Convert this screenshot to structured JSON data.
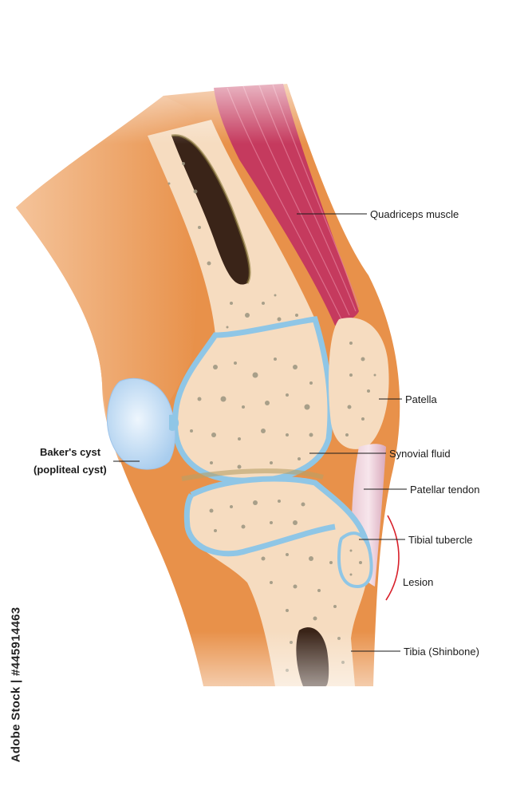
{
  "labels": {
    "quadriceps": "Quadriceps muscle",
    "patella": "Patella",
    "synovial_fluid": "Synovial fluid",
    "patellar_tendon": "Patellar tendon",
    "tibial_tubercle": "Tibial tubercle",
    "lesion": "Lesion",
    "tibia": "Tibia (Shinbone)",
    "bakers_cyst_line1": "Baker's cyst",
    "bakers_cyst_line2": "(popliteal cyst)"
  },
  "credit": "Adobe Stock | #445914463",
  "colors": {
    "skin": "#e8914a",
    "skin_light": "#f3b88a",
    "bone": "#f6dcc0",
    "bone_pore": "#9b9580",
    "cartilage": "#8fc6e6",
    "muscle": "#c53a5e",
    "marrow": "#3a2418",
    "cyst": "#c8e0f5",
    "lesion": "#d8202a"
  }
}
